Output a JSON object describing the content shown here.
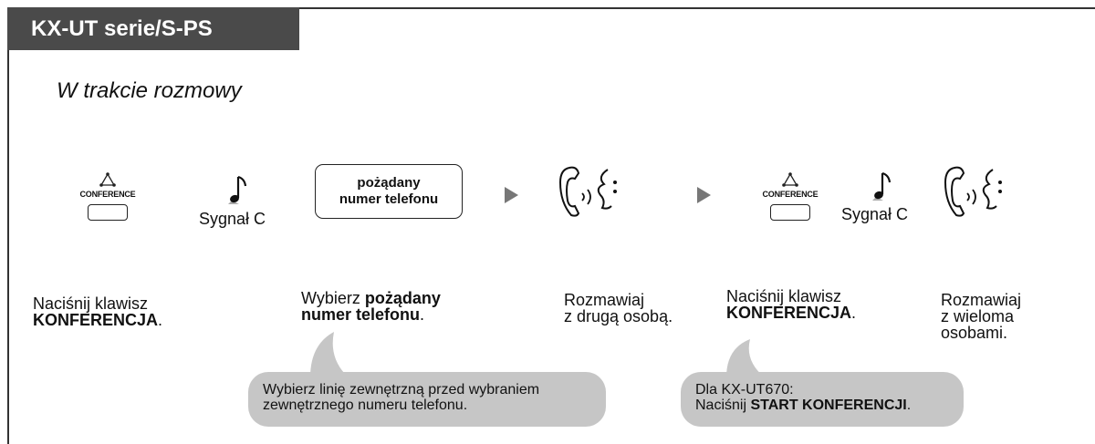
{
  "header": {
    "title": "KX-UT serie/S-PS",
    "subtitle": "W trakcie rozmowy"
  },
  "icons": {
    "conference_label": "CONFERENCE",
    "conference_label_2": "CONFERENCE",
    "signal_label": "Sygnał C",
    "signal_label_2": "Sygnał C",
    "dial_line1": "pożądany",
    "dial_line2": "numer telefonu"
  },
  "steps": {
    "s1_line1": "Naciśnij klawisz",
    "s1_bold": "KONFERENCJA",
    "s1_end": ".",
    "s2_pre": "Wybierz ",
    "s2_bold1": "pożądany",
    "s2_bold2": "numer telefonu",
    "s2_end": ".",
    "s3_line1": "Rozmawiaj",
    "s3_line2": "z drugą osobą.",
    "s4_line1": "Naciśnij klawisz",
    "s4_bold": "KONFERENCJA",
    "s4_end": ".",
    "s5_line1": "Rozmawiaj",
    "s5_line2": "z wieloma",
    "s5_line3": "osobami."
  },
  "notes": {
    "n1_line1": "Wybierz linię zewnętrzną przed wybraniem",
    "n1_line2": "zewnętrznego numeru telefonu.",
    "n2_line1": "Dla KX-UT670:",
    "n2_pre": "Naciśnij ",
    "n2_bold": "START KONFERENCJI",
    "n2_end": "."
  }
}
